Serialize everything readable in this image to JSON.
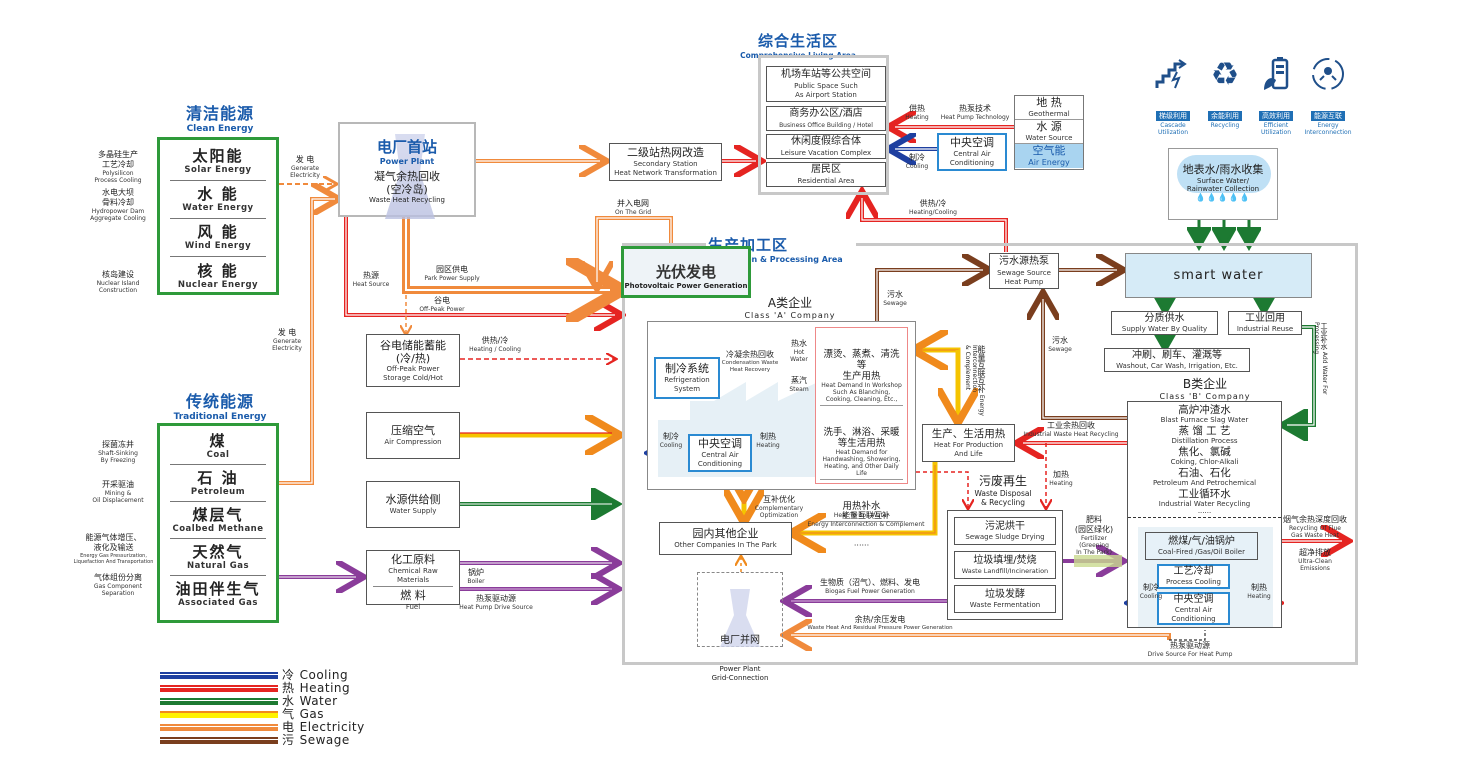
{
  "clean_energy": {
    "title_zh": "清洁能源",
    "title_en": "Clean Energy",
    "items": [
      {
        "zh": "太阳能",
        "en": "Solar Energy"
      },
      {
        "zh": "水 能",
        "en": "Water Energy"
      },
      {
        "zh": "风 能",
        "en": "Wind Energy"
      },
      {
        "zh": "核 能",
        "en": "Nuclear Energy"
      }
    ],
    "side_notes": [
      {
        "zh": "多晶硅生产\n工艺冷却",
        "en": "Polysilicon\nProcess Cooling"
      },
      {
        "zh": "水电大坝\n骨料冷却",
        "en": "Hydropower Dam\nAggregate Cooling"
      },
      {
        "zh": "核岛建设",
        "en": "Nuclear Island\nConstruction"
      }
    ]
  },
  "traditional_energy": {
    "title_zh": "传统能源",
    "title_en": "Traditional Energy",
    "items": [
      {
        "zh": "煤",
        "en": "Coal"
      },
      {
        "zh": "石 油",
        "en": "Petroleum"
      },
      {
        "zh": "煤层气",
        "en": "Coalbed Methane"
      },
      {
        "zh": "天然气",
        "en": "Natural Gas"
      },
      {
        "zh": "油田伴生气",
        "en": "Associated Gas"
      }
    ],
    "side_notes": [
      {
        "zh": "探菌冻井",
        "en": "Shaft-Sinking\nBy Freezing"
      },
      {
        "zh": "开采驱油",
        "en": "Mining &\nOil Displacement"
      },
      {
        "zh": "能源气体增压、\n液化及输送",
        "en": "Energy Gas Pressurization,\nLiquefaction And Transportation"
      },
      {
        "zh": "气体组份分离",
        "en": "Gas Component\nSeparation"
      }
    ]
  },
  "flow_labels": {
    "gen_elec_top": {
      "zh": "发 电",
      "en": "Generate\nElectricity"
    },
    "gen_elec_mid": {
      "zh": "发 电",
      "en": "Generate\nElectricity"
    },
    "heat_source": {
      "zh": "热源",
      "en": "Heat Source"
    },
    "park_power": {
      "zh": "园区供电",
      "en": "Park Power Supply"
    },
    "off_peak": {
      "zh": "谷电",
      "en": "Off-Peak Power"
    },
    "on_grid": {
      "zh": "并入电网",
      "en": "On The Grid"
    },
    "heating_cooling_storage": {
      "zh": "供热/冷",
      "en": "Heating / Cooling"
    },
    "boiler": {
      "zh": "锅炉",
      "en": "Boiler"
    },
    "heat_pump_drive": {
      "zh": "热泵驱动源",
      "en": "Heat Pump Drive Source"
    },
    "living_heating": {
      "zh": "供热",
      "en": "Heating"
    },
    "heat_pump_tech": {
      "zh": "热泵技术",
      "en": "Heat Pump Technology"
    },
    "living_cooling": {
      "zh": "制冷",
      "en": "Cooling"
    },
    "heating_cooling_sewage": {
      "zh": "供热/冷",
      "en": "Heating/Cooling"
    },
    "sewage_a": {
      "zh": "污水",
      "en": "Sewage"
    },
    "sewage_b": {
      "zh": "污水",
      "en": "Sewage"
    },
    "energy_interconnect_v": {
      "zh": "能量互联互补",
      "en": "Energy Interconnection\n& Complement"
    },
    "industrial_waste_heat": {
      "zh": "工业余热回收",
      "en": "Industrial Waste Heat Recycling"
    },
    "heating_waste": {
      "zh": "加热",
      "en": "Heating"
    },
    "complementary": {
      "zh": "互补优化",
      "en": "Complementary\nOptimization"
    },
    "energy_interconnect_h": {
      "zh": "能量互联互补",
      "en": "Energy Interconnection & Complement"
    },
    "fertilizer": {
      "zh": "肥料\n(园区绿化)",
      "en": "Fertilizer\n(Greening\nIn The Park)"
    },
    "biogas": {
      "zh": "生物质（沼气）、燃料、发电",
      "en": "Biogas Fuel Power Generation"
    },
    "waste_heat_power": {
      "zh": "余热/余压发电",
      "en": "Waste Heat And Residual Pressure Power Generation"
    },
    "drive_source": {
      "zh": "热泵驱动源",
      "en": "Drive Source For Heat Pump"
    },
    "add_water": {
      "zh": "工业补水",
      "en": "Add Water For Processing"
    },
    "flue_gas": {
      "zh": "烟气余热深度回收",
      "en": "Recycling Of Flue\nGas Waste Heat"
    },
    "ultra_clean": {
      "zh": "超净排放",
      "en": "Ultra-Clean\nEmissions"
    },
    "a_cond": {
      "zh": "冷凝余热回收",
      "en": "Condensation Waste\nHeat Recovery"
    },
    "a_hot_water": {
      "zh": "热水",
      "en": "Hot Water"
    },
    "a_steam": {
      "zh": "蒸汽",
      "en": "Steam"
    },
    "a_cooling": {
      "zh": "制冷",
      "en": "Cooling"
    },
    "a_heating": {
      "zh": "制热",
      "en": "Heating"
    },
    "b_cooling": {
      "zh": "制冷",
      "en": "Cooling"
    },
    "b_heating": {
      "zh": "制热",
      "en": "Heating"
    }
  },
  "power_plant": {
    "title_zh": "电厂首站",
    "title_en": "Power Plant",
    "sub_zh": "凝气余热回收\n(空冷岛)",
    "sub_en": "Waste Heat Recycling"
  },
  "secondary_station": {
    "zh": "二级站热网改造",
    "en": "Secondary Station\nHeat Network Transformation"
  },
  "storage_boxes": [
    {
      "zh": "谷电储能蓄能\n(冷/热)",
      "en": "Off-Peak Power\nStorage  Cold/Hot"
    },
    {
      "zh": "压缩空气",
      "en": "Air Compression"
    },
    {
      "zh": "水源供给侧",
      "en": "Water Supply"
    }
  ],
  "chem_box": {
    "top": {
      "zh": "化工原料",
      "en": "Chemical Raw Materials"
    },
    "bottom": {
      "zh": "燃 料",
      "en": "Fuel"
    }
  },
  "living_area": {
    "title_zh": "综合生活区",
    "title_en": "Comprehensive Living Area",
    "items": [
      {
        "zh": "机场车站等公共空间",
        "en": "Public Space Such\nAs Airport Station"
      },
      {
        "zh": "商务办公区/酒店",
        "en": "Business Office Building / Hotel"
      },
      {
        "zh": "休闲度假综合体",
        "en": "Leisure Vacation Complex"
      },
      {
        "zh": "居民区",
        "en": "Residential Area"
      }
    ],
    "central_ac": {
      "zh": "中央空调",
      "en": "Central Air\nConditioning"
    },
    "sources": [
      {
        "zh": "地 热",
        "en": "Geothermal"
      },
      {
        "zh": "水 源",
        "en": "Water Source"
      },
      {
        "zh": "空气能",
        "en": "Air Energy"
      }
    ]
  },
  "principles": [
    {
      "tag": "梯级利用",
      "en": "Cascade\nUtilization",
      "icon": "cascade-icon"
    },
    {
      "tag": "余能利用",
      "en": "Recycling",
      "icon": "recycling-icon"
    },
    {
      "tag": "高效利用",
      "en": "Efficient\nUtilization",
      "icon": "battery-leaf-icon"
    },
    {
      "tag": "能源互联",
      "en": "Energy\nInterconnection",
      "icon": "energy-cycle-icon"
    }
  ],
  "rainwater": {
    "zh": "地表水/雨水收集",
    "en": "Surface Water/\nRainwater Collection"
  },
  "production_area": {
    "title_zh": "生产加工区",
    "title_en": "Production & Processing Area",
    "photovoltaic": {
      "zh": "光伏发电",
      "en": "Photovoltaic Power Generation"
    },
    "sewage_heat_pump": {
      "zh": "污水源热泵",
      "en": "Sewage Source\nHeat Pump"
    },
    "smart_water": "smart water",
    "supply_by_quality": {
      "zh": "分质供水",
      "en": "Supply Water By Quality"
    },
    "industrial_reuse": {
      "zh": "工业回用",
      "en": "Industrial Reuse"
    },
    "washout": {
      "zh": "冲刷、刷车、灌溉等",
      "en": "Washout, Car Wash, Irrigation, Etc."
    },
    "class_a": {
      "title_zh": "A类企业",
      "title_en": "Class 'A' Company",
      "refrigeration": {
        "zh": "制冷系统",
        "en": "Refrigeration\nSystem"
      },
      "central_ac": {
        "zh": "中央空调",
        "en": "Central Air\nConditioning"
      },
      "demands": [
        {
          "zh": "漂烫、蒸煮、清洗等\n生产用热",
          "en": "Heat Demand In Workshop\nSuch As Blanching,\nCooking, Cleaning, Etc.,"
        },
        {
          "zh": "洗手、淋浴、采暖\n等生活用热",
          "en": "Heat Demand for\nHandwashing, Showering,\nHeating, and Other Daily Life"
        },
        {
          "zh": "用热补水",
          "en": "Heat To Boil Water"
        }
      ],
      "ellipsis": "······"
    },
    "heat_production_life": {
      "zh": "生产、生活用热",
      "en": "Heat For Production\nAnd Life"
    },
    "other_companies": {
      "zh": "园内其他企业",
      "en": "Other Companies In The Park"
    },
    "grid_connection": {
      "zh": "电厂并网",
      "en": "Power Plant\nGrid-Connection"
    },
    "waste": {
      "title_zh": "污废再生",
      "title_en": "Waste Disposal\n& Recycling",
      "items": [
        {
          "zh": "污泥烘干",
          "en": "Sewage Sludge Drying"
        },
        {
          "zh": "垃圾填埋/焚烧",
          "en": "Waste Landfill/Incineration"
        },
        {
          "zh": "垃圾发酵",
          "en": "Waste Fermentation"
        }
      ]
    },
    "class_b": {
      "title_zh": "B类企业",
      "title_en": "Class 'B' Company",
      "items": [
        {
          "zh": "高炉冲渣水",
          "en": "Blast Furnace Slag Water"
        },
        {
          "zh": "蒸 馏 工 艺",
          "en": "Distillation Process"
        },
        {
          "zh": "焦化、氯碱",
          "en": "Coking, Chlor-Alkali"
        },
        {
          "zh": "石油、石化",
          "en": "Petroleum And Petrochemical"
        },
        {
          "zh": "工业循环水",
          "en": "Industrial Water Recycling"
        }
      ],
      "ellipsis": "······",
      "boiler": {
        "zh": "燃煤/气/油锅炉",
        "en": "Coal-Fired /Gas/Oil Boiler"
      },
      "process_cooling": {
        "zh": "工艺冷却",
        "en": "Process Cooling"
      },
      "central_ac": {
        "zh": "中央空调",
        "en": "Central Air\nConditioning"
      }
    }
  },
  "legend": [
    {
      "zh": "冷",
      "en": "Cooling",
      "color": "#1e3fa0",
      "stripe": "#ffffff"
    },
    {
      "zh": "热",
      "en": "Heating",
      "color": "#e52421",
      "stripe": "#ffffff"
    },
    {
      "zh": "水",
      "en": "Water",
      "color": "#1d7a32",
      "stripe": "#ffffff"
    },
    {
      "zh": "气",
      "en": "Gas",
      "color": "#f08a1c",
      "stripe": "#fff200"
    },
    {
      "zh": "电",
      "en": "Electricity",
      "color": "#f08a3c",
      "stripe": "#ffffff"
    },
    {
      "zh": "污",
      "en": "Sewage",
      "color": "#7a3e1e",
      "stripe": "#ffffff"
    }
  ],
  "colors": {
    "title_blue": "#1a5bab",
    "green_frame": "#2e9a3a",
    "ac_blue": "#2a8ad2",
    "cooling": "#1e3fa0",
    "heating": "#e52421",
    "water": "#1d7a32",
    "gas": "#f5c400",
    "electricity": "#f08a3c",
    "sewage": "#7a3e1e",
    "purple": "#8a3c9a",
    "smart_water_fill": "#d6ebf7",
    "air_energy_fill": "#a9d4f0"
  }
}
